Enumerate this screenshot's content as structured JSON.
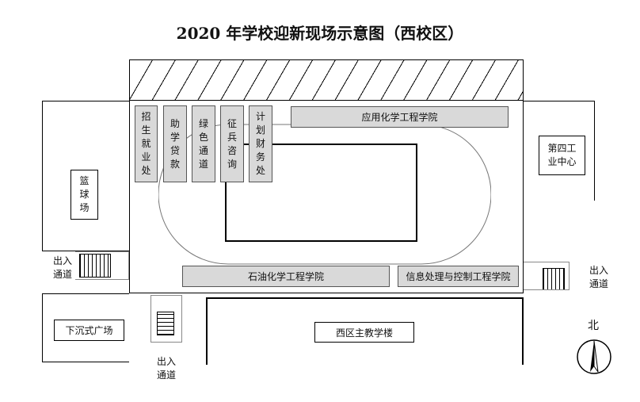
{
  "title": "2020 年学校迎新现场示意图（西校区）",
  "booths": [
    {
      "id": "employment",
      "chars": [
        "招",
        "生",
        "就",
        "业",
        "处"
      ]
    },
    {
      "id": "aid",
      "chars": [
        "助",
        "学",
        "贷",
        "款"
      ]
    },
    {
      "id": "green",
      "chars": [
        "绿",
        "色",
        "通",
        "道"
      ]
    },
    {
      "id": "enlist",
      "chars": [
        "征",
        "兵",
        "咨",
        "询"
      ]
    },
    {
      "id": "finance",
      "chars": [
        "计",
        "划",
        "财",
        "务",
        "处"
      ]
    }
  ],
  "colleges": {
    "applied_chem": "应用化学工程学院",
    "petroleum_chem": "石油化学工程学院",
    "info_control": "信息处理与控制工程学院"
  },
  "buildings": {
    "basketball": [
      "篮",
      "球",
      "场"
    ],
    "fourth_industry": [
      "第四工",
      "业中心"
    ],
    "sunken_plaza": "下沉式广场",
    "main_teaching": "西区主教学楼"
  },
  "entrances": {
    "left": [
      "出入",
      "通道"
    ],
    "right": [
      "出入",
      "通道"
    ],
    "bottom": [
      "出入",
      "通道"
    ]
  },
  "compass": {
    "label": "北"
  }
}
